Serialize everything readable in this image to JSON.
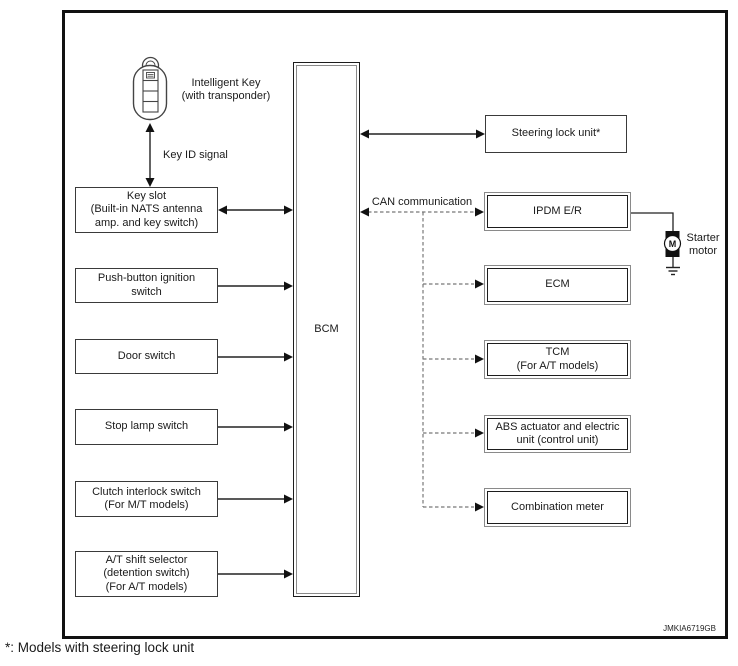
{
  "diagram": {
    "intelligent_key": {
      "label": "Intelligent Key\n(with transponder)"
    },
    "key_id_signal_label": "Key ID signal",
    "bcm": {
      "label": "BCM"
    },
    "left_modules": [
      {
        "label": "Key slot\n(Built-in NATS antenna\namp. and key switch)",
        "link": "bidirectional-solid-arrow"
      },
      {
        "label": "Push-button ignition\nswitch",
        "link": "solid-arrow-to-bcm"
      },
      {
        "label": "Door switch",
        "link": "solid-arrow-to-bcm"
      },
      {
        "label": "Stop lamp switch",
        "link": "solid-arrow-to-bcm"
      },
      {
        "label": "Clutch interlock switch\n(For M/T models)",
        "link": "solid-arrow-to-bcm"
      },
      {
        "label": "A/T shift selector\n(detention switch)\n(For A/T models)",
        "link": "solid-arrow-to-bcm"
      }
    ],
    "steering_lock": {
      "label": "Steering lock unit*",
      "link": "bidirectional-solid-arrow"
    },
    "can_communication_label": "CAN communication",
    "can_modules": [
      {
        "label": "IPDM E/R"
      },
      {
        "label": "ECM"
      },
      {
        "label": "TCM\n(For A/T models)"
      },
      {
        "label": "ABS actuator and electric\nunit (control unit)"
      },
      {
        "label": "Combination meter"
      }
    ],
    "starter_motor": {
      "label": "Starter\nmotor",
      "symbol": "M"
    },
    "watermark": "JMKIA6719GB",
    "colors": {
      "solid_line": "#222222",
      "dashed_line": "#787878",
      "arrowhead": "#111111"
    }
  },
  "footnote": "*: Models with steering lock unit"
}
